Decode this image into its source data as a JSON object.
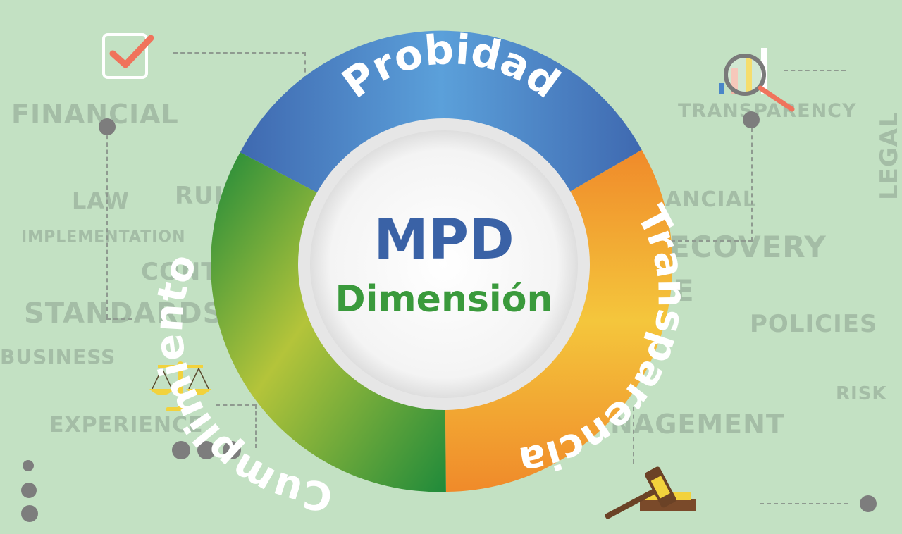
{
  "center": {
    "title": "MPD",
    "subtitle": "Dimensión"
  },
  "segments": [
    {
      "label": "Probidad"
    },
    {
      "label": "Transparencia"
    },
    {
      "label": "Cumplimiento"
    }
  ],
  "background_words": [
    "FINANCIAL",
    "LAW",
    "RUL",
    "IMPLEMENTATION",
    "CONT",
    "STANDARDS",
    "BUSINESS",
    "EXPERIENCE",
    "TRANSPARENCY",
    "LEGAL",
    "ANCIAL",
    "ECOVERY",
    "E",
    "POLICIES",
    "RISK",
    "NAGEMENT"
  ],
  "icons": {
    "top_left": "checkbox-check-icon",
    "top_right": "magnifier-chart-icon",
    "left": "scales-of-justice-icon",
    "bottom_right": "gavel-icon"
  },
  "colors": {
    "background": "#c3e1c3",
    "probidad": "#4a78b8",
    "transparencia": "#f0962e",
    "cumplimiento": "#2f8e3a",
    "mpd_text": "#3a62a6",
    "dimension_text": "#3a9a3c"
  }
}
